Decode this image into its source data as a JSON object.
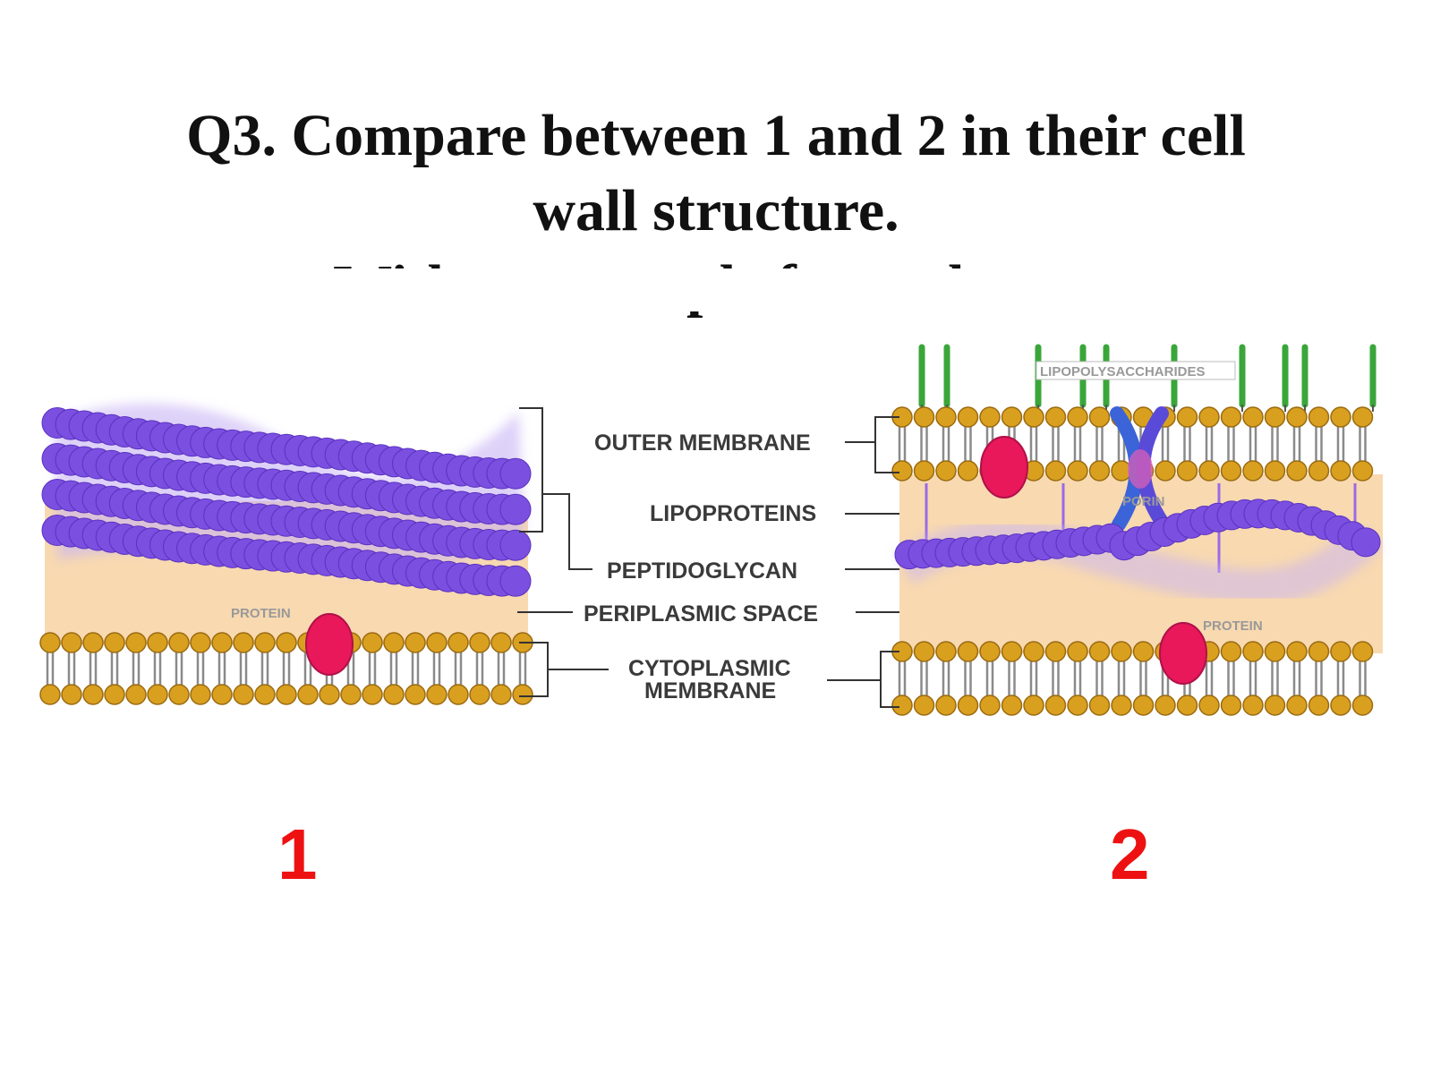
{
  "question": {
    "line1": "Q3. Compare between 1 and 2 in their cell",
    "line2": "wall structure.",
    "line3": "With an example for each one."
  },
  "labels": {
    "outer_membrane": "OUTER MEMBRANE",
    "lipoproteins": "LIPOPROTEINS",
    "peptidoglycan": "PEPTIDOGLYCAN",
    "periplasmic_space": "PERIPLASMIC SPACE",
    "cytoplasmic_line1": "CYTOPLASMIC",
    "cytoplasmic_line2": "MEMBRANE",
    "protein_left": "PROTEIN",
    "protein_right": "PROTEIN",
    "porin": "PORIN",
    "lipopolysaccharides": "LIPOPOLYSACCHARIDES"
  },
  "numbers": {
    "left": "1",
    "right": "2"
  },
  "colors": {
    "peptidoglycan": "#7b4fe0",
    "periplasm": "#f8d9b0",
    "lipid_head": "#d9a020",
    "lipid_tail": "#8a8a8a",
    "protein": "#e8185a",
    "lps": "#3aa63a",
    "number": "#ee1111"
  }
}
